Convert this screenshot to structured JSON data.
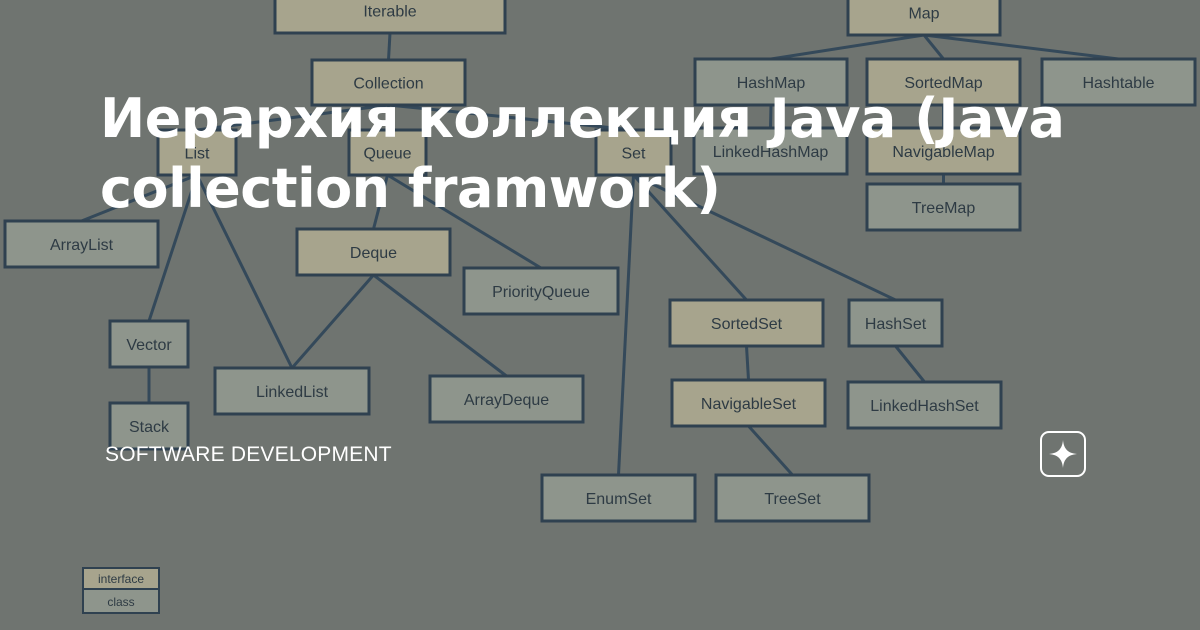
{
  "title": "Иерархия коллекция Java (Java collection framwork)",
  "category": "SOFTWARE DEVELOPMENT",
  "logo_icon": "star-sparkle-icon",
  "colors": {
    "background": "#6f7470",
    "interface_fill": "#a7a48d",
    "class_fill": "#8e958c",
    "border": "#2f4150",
    "title_text": "#ffffff"
  },
  "diagram": {
    "nodes": [
      {
        "id": "iterable",
        "label": "Iterable",
        "kind": "interface"
      },
      {
        "id": "collection",
        "label": "Collection",
        "kind": "interface"
      },
      {
        "id": "list",
        "label": "List",
        "kind": "interface"
      },
      {
        "id": "queue",
        "label": "Queue",
        "kind": "interface"
      },
      {
        "id": "set",
        "label": "Set",
        "kind": "interface"
      },
      {
        "id": "arraylist",
        "label": "ArrayList",
        "kind": "class"
      },
      {
        "id": "deque",
        "label": "Deque",
        "kind": "interface"
      },
      {
        "id": "priorityqueue",
        "label": "PriorityQueue",
        "kind": "class"
      },
      {
        "id": "vector",
        "label": "Vector",
        "kind": "class"
      },
      {
        "id": "linkedlist",
        "label": "LinkedList",
        "kind": "class"
      },
      {
        "id": "arraydeque",
        "label": "ArrayDeque",
        "kind": "class"
      },
      {
        "id": "stack",
        "label": "Stack",
        "kind": "class"
      },
      {
        "id": "sortedset",
        "label": "SortedSet",
        "kind": "interface"
      },
      {
        "id": "hashset",
        "label": "HashSet",
        "kind": "class"
      },
      {
        "id": "navigableset",
        "label": "NavigableSet",
        "kind": "interface"
      },
      {
        "id": "linkedhashset",
        "label": "LinkedHashSet",
        "kind": "class"
      },
      {
        "id": "enumset",
        "label": "EnumSet",
        "kind": "class"
      },
      {
        "id": "treeset",
        "label": "TreeSet",
        "kind": "class"
      },
      {
        "id": "map",
        "label": "Map",
        "kind": "interface"
      },
      {
        "id": "hashmap",
        "label": "HashMap",
        "kind": "class"
      },
      {
        "id": "sortedmap",
        "label": "SortedMap",
        "kind": "interface"
      },
      {
        "id": "hashtable",
        "label": "Hashtable",
        "kind": "class"
      },
      {
        "id": "linkedhashmap",
        "label": "LinkedHashMap",
        "kind": "class"
      },
      {
        "id": "navigablemap",
        "label": "NavigableMap",
        "kind": "interface"
      },
      {
        "id": "treemap",
        "label": "TreeMap",
        "kind": "class"
      }
    ],
    "edges": [
      [
        "iterable",
        "collection"
      ],
      [
        "collection",
        "list"
      ],
      [
        "collection",
        "queue"
      ],
      [
        "collection",
        "set"
      ],
      [
        "list",
        "arraylist"
      ],
      [
        "list",
        "vector"
      ],
      [
        "list",
        "linkedlist"
      ],
      [
        "queue",
        "deque"
      ],
      [
        "queue",
        "priorityqueue"
      ],
      [
        "deque",
        "linkedlist"
      ],
      [
        "deque",
        "arraydeque"
      ],
      [
        "vector",
        "stack"
      ],
      [
        "set",
        "sortedset"
      ],
      [
        "set",
        "hashset"
      ],
      [
        "set",
        "enumset"
      ],
      [
        "sortedset",
        "navigableset"
      ],
      [
        "navigableset",
        "treeset"
      ],
      [
        "hashset",
        "linkedhashset"
      ],
      [
        "map",
        "hashmap"
      ],
      [
        "map",
        "sortedmap"
      ],
      [
        "map",
        "hashtable"
      ],
      [
        "hashmap",
        "linkedhashmap"
      ],
      [
        "sortedmap",
        "navigablemap"
      ],
      [
        "navigablemap",
        "treemap"
      ]
    ]
  },
  "legend": {
    "interface_label": "interface",
    "class_label": "class"
  }
}
